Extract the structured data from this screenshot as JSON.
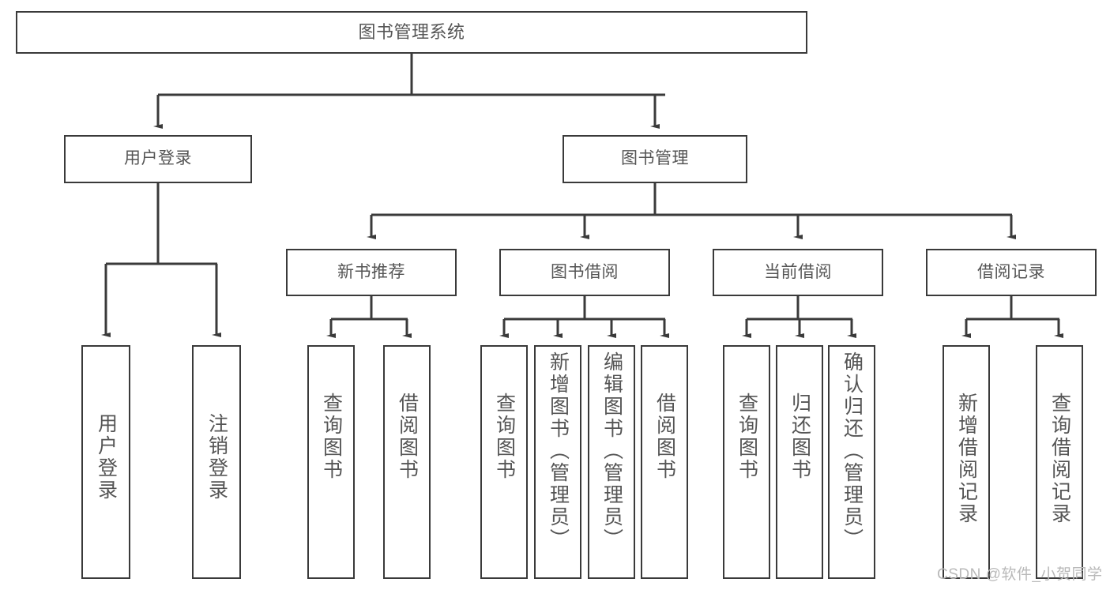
{
  "diagram": {
    "type": "tree-hierarchy-flowchart",
    "title": "图书管理系统",
    "nodes": {
      "root": {
        "label": "图书管理系统"
      },
      "level2": [
        {
          "id": "user-login",
          "label": "用户登录"
        },
        {
          "id": "book-management",
          "label": "图书管理"
        }
      ],
      "level3": [
        {
          "id": "new-book-recommend",
          "label": "新书推荐"
        },
        {
          "id": "book-borrow",
          "label": "图书借阅"
        },
        {
          "id": "current-borrow",
          "label": "当前借阅"
        },
        {
          "id": "borrow-record",
          "label": "借阅记录"
        }
      ],
      "leaves": {
        "user-login": [
          {
            "id": "leaf-user-login",
            "label": "用户登录"
          },
          {
            "id": "leaf-logout-login",
            "label": "注销登录"
          }
        ],
        "new-book-recommend": [
          {
            "id": "leaf-query-book-1",
            "label": "查询图书"
          },
          {
            "id": "leaf-borrow-book-1",
            "label": "借阅图书"
          }
        ],
        "book-borrow": [
          {
            "id": "leaf-query-book-2",
            "label": "查询图书"
          },
          {
            "id": "leaf-add-book",
            "label": "新增图书（管理员）"
          },
          {
            "id": "leaf-edit-book",
            "label": "编辑图书（管理员）"
          },
          {
            "id": "leaf-borrow-book-2",
            "label": "借阅图书"
          }
        ],
        "current-borrow": [
          {
            "id": "leaf-query-book-3",
            "label": "查询图书"
          },
          {
            "id": "leaf-return-book",
            "label": "归还图书"
          },
          {
            "id": "leaf-confirm-return",
            "label": "确认归还（管理员）"
          }
        ],
        "borrow-record": [
          {
            "id": "leaf-add-record",
            "label": "新增借阅记录"
          },
          {
            "id": "leaf-query-record",
            "label": "查询借阅记录"
          }
        ]
      }
    },
    "watermark": "CSDN @软件_小贺同学",
    "colors": {
      "stroke": "#3a3a3a",
      "text": "#555555",
      "background": "#ffffff",
      "watermark": "#b9b9b9"
    }
  }
}
